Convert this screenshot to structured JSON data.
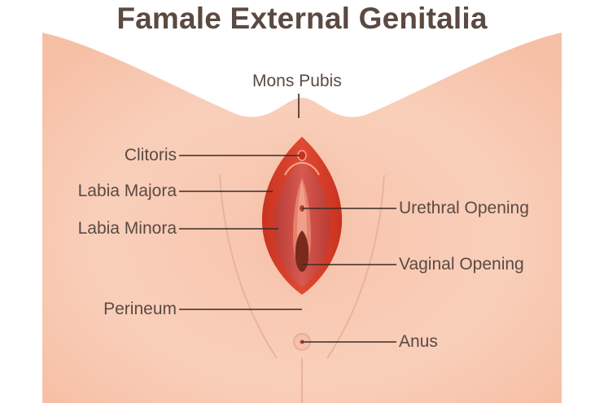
{
  "title": "Famale External Genitalia",
  "labels": {
    "mons_pubis": "Mons Pubis",
    "clitoris": "Clitoris",
    "labia_majora": "Labia Majora",
    "labia_minora": "Labia Minora",
    "perineum": "Perineum",
    "urethral_opening": "Urethral Opening",
    "vaginal_opening": "Vaginal Opening",
    "anus": "Anus"
  },
  "colors": {
    "skin": "#f8cbb4",
    "skin_shadow": "#f0b49a",
    "labia_majora": "#d9402d",
    "labia_minora": "#c9473f",
    "vestibule": "#e07060",
    "vaginal_opening": "#7a2a1c",
    "text": "#5a4a42",
    "leader_line": "#3a2a24"
  }
}
